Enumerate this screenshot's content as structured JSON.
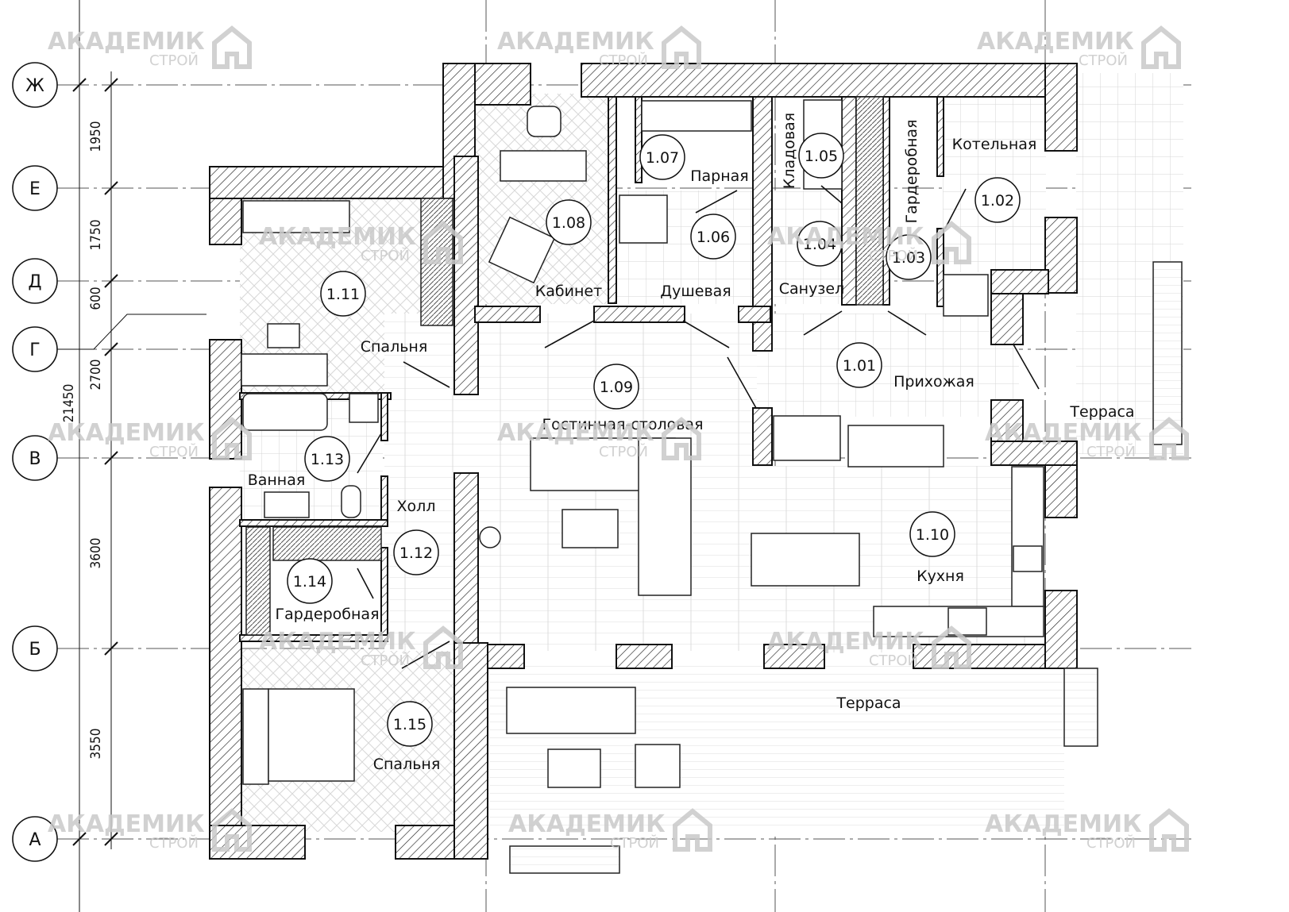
{
  "axes": [
    {
      "id": "zh",
      "label": "Ж"
    },
    {
      "id": "e",
      "label": "Е"
    },
    {
      "id": "d",
      "label": "Д"
    },
    {
      "id": "g",
      "label": "Г"
    },
    {
      "id": "v",
      "label": "В"
    },
    {
      "id": "b",
      "label": "Б"
    },
    {
      "id": "a",
      "label": "А"
    }
  ],
  "dimensions": {
    "segments": [
      "1950",
      "1750",
      "600",
      "2700",
      "3600",
      "3550"
    ],
    "total": "21450"
  },
  "rooms": [
    {
      "id": "r101",
      "number": "1.01",
      "name": "Прихожая"
    },
    {
      "id": "r102",
      "number": "1.02",
      "name": "Котельная"
    },
    {
      "id": "r103",
      "number": "1.03",
      "name": "Гардеробная"
    },
    {
      "id": "r104",
      "number": "1.04",
      "name": "Санузел"
    },
    {
      "id": "r105",
      "number": "1.05",
      "name": "Кладовая"
    },
    {
      "id": "r106",
      "number": "1.06",
      "name": "Душевая"
    },
    {
      "id": "r107",
      "number": "1.07",
      "name": "Парная"
    },
    {
      "id": "r108",
      "number": "1.08",
      "name": "Кабинет"
    },
    {
      "id": "r109",
      "number": "1.09",
      "name": "Гостинная-столовая"
    },
    {
      "id": "r110",
      "number": "1.10",
      "name": "Кухня"
    },
    {
      "id": "r111",
      "number": "1.11",
      "name": "Спальня"
    },
    {
      "id": "r112",
      "number": "1.12",
      "name": "Холл"
    },
    {
      "id": "r113",
      "number": "1.13",
      "name": "Ванная"
    },
    {
      "id": "r114",
      "number": "1.14",
      "name": "Гардеробная"
    },
    {
      "id": "r115",
      "number": "1.15",
      "name": "Спальня"
    }
  ],
  "terraces": [
    {
      "id": "east",
      "name": "Терраса"
    },
    {
      "id": "south",
      "name": "Терраса"
    }
  ],
  "watermark": {
    "brand": "АКАДЕМИК",
    "sub": "СТРОЙ"
  }
}
